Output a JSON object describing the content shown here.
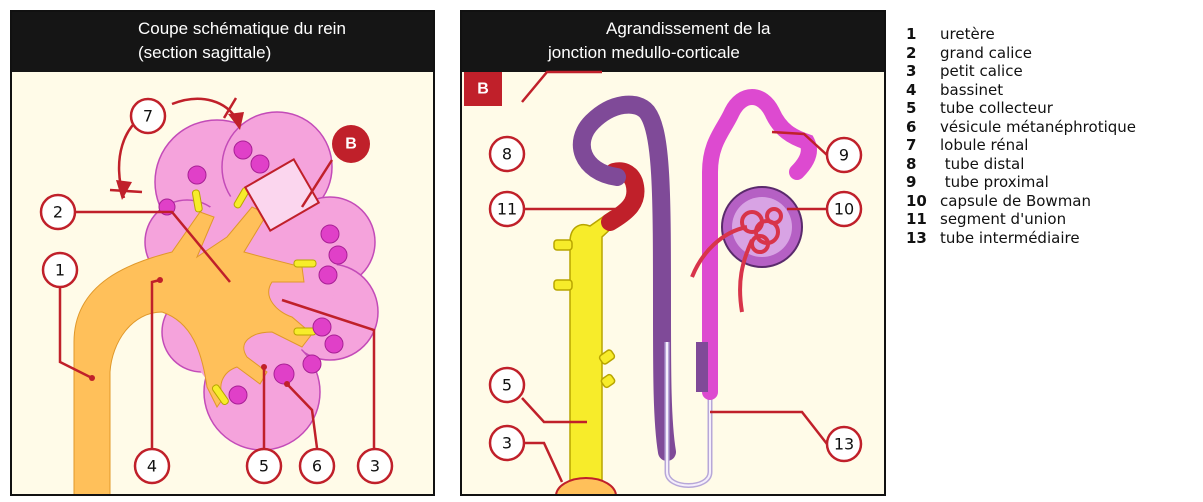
{
  "panel_a": {
    "title_line1": "Coupe schématique du rein",
    "title_line2": "(section sagittale)",
    "callouts": {
      "c7": "7",
      "cB": "B",
      "c2": "2",
      "c1": "1",
      "c4": "4",
      "c5": "5",
      "c6": "6",
      "c3": "3"
    }
  },
  "panel_b": {
    "title_line1": "Agrandissement de la",
    "title_line2": "jonction medullo-corticale",
    "badge": "B",
    "callouts": {
      "c8": "8",
      "c11": "11",
      "c5": "5",
      "c3": "3",
      "c9": "9",
      "c10": "10",
      "c13": "13"
    }
  },
  "legend": [
    {
      "num": "1",
      "label": "uretère"
    },
    {
      "num": "2",
      "label": "grand calice"
    },
    {
      "num": "3",
      "label": "petit calice"
    },
    {
      "num": "4",
      "label": "bassinet"
    },
    {
      "num": "5",
      "label": "tube collecteur"
    },
    {
      "num": "6",
      "label": "vésicule métanéphrotique"
    },
    {
      "num": "7",
      "label": "lobule rénal"
    },
    {
      "num": "8",
      "label": " tube distal"
    },
    {
      "num": "9",
      "label": " tube proximal"
    },
    {
      "num": "10",
      "label": "capsule de Bowman"
    },
    {
      "num": "11",
      "label": "segment d'union"
    },
    {
      "num": "13",
      "label": "tube intermédiaire"
    }
  ],
  "colors": {
    "kidney_pink": "#f5a3dc",
    "vesicle_magenta": "#e040c8",
    "collecting_orange": "#ffc05a",
    "callout_red": "#c0202a",
    "collecting_yellow": "#f7ec2a",
    "distal_purple": "#7f4a98",
    "proximal_magenta": "#dd4ad0",
    "glomerulus_red": "#d8344a"
  }
}
